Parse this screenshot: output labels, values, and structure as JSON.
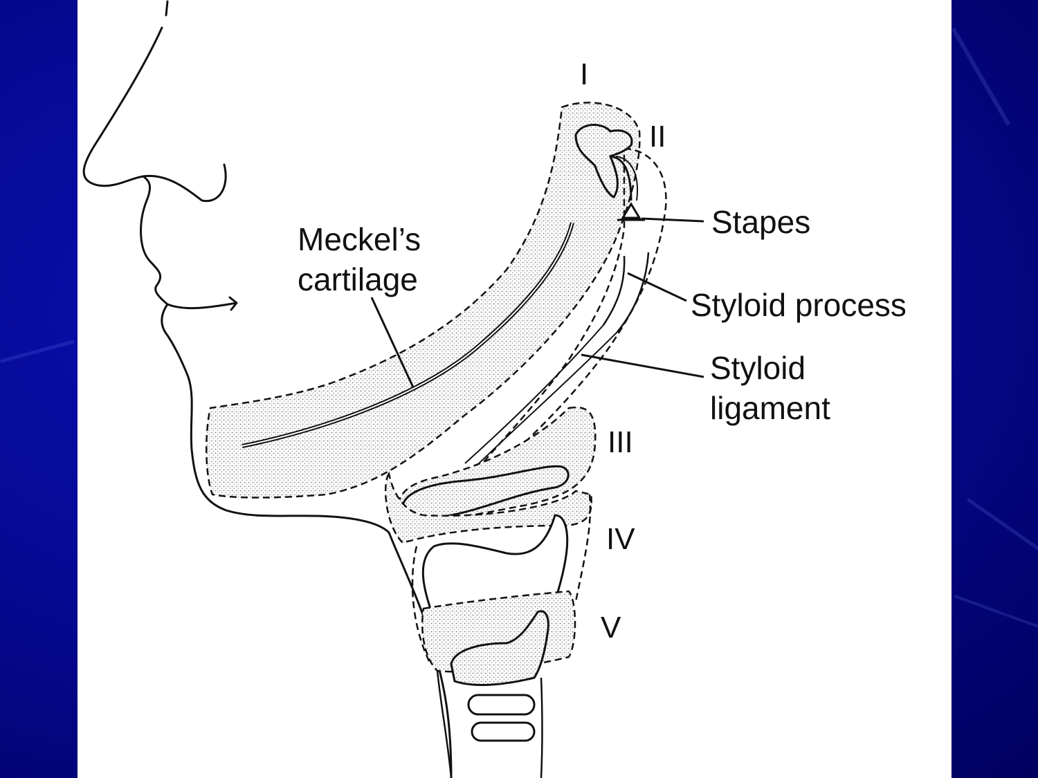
{
  "labels": {
    "meckels_line1": "Meckel’s",
    "meckels_line2": "cartilage",
    "stapes": "Stapes",
    "styloid_process": "Styloid process",
    "styloid_ligament_line1": "Styloid",
    "styloid_ligament_line2": "ligament",
    "arch_1": "I",
    "arch_2": "II",
    "arch_3": "III",
    "arch_4": "IV",
    "arch_5": "V"
  },
  "colors": {
    "background": "#050a96",
    "panel": "#ffffff",
    "ink": "#111111",
    "stipple": "#8a8a8a"
  }
}
